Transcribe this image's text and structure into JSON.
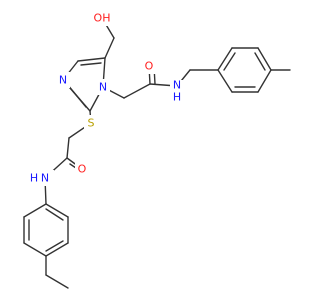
{
  "molecule": {
    "colors": {
      "bond": "#333333",
      "N": "#1a1aff",
      "O": "#ff2020",
      "S": "#b8a000"
    },
    "atoms": [
      {
        "id": "OH",
        "text": "OH",
        "element": "O"
      },
      {
        "id": "O1",
        "text": "O",
        "element": "O"
      },
      {
        "id": "N1",
        "text": "N",
        "element": "N"
      },
      {
        "id": "N3",
        "text": "N",
        "element": "N"
      },
      {
        "id": "NH1",
        "text": "N",
        "element": "N"
      },
      {
        "id": "H1",
        "text": "H",
        "element": "N"
      },
      {
        "id": "S",
        "text": "S",
        "element": "S"
      },
      {
        "id": "O2",
        "text": "O",
        "element": "O"
      },
      {
        "id": "NH2",
        "text": "N",
        "element": "N"
      },
      {
        "id": "H2",
        "text": "H",
        "element": "N"
      }
    ]
  }
}
